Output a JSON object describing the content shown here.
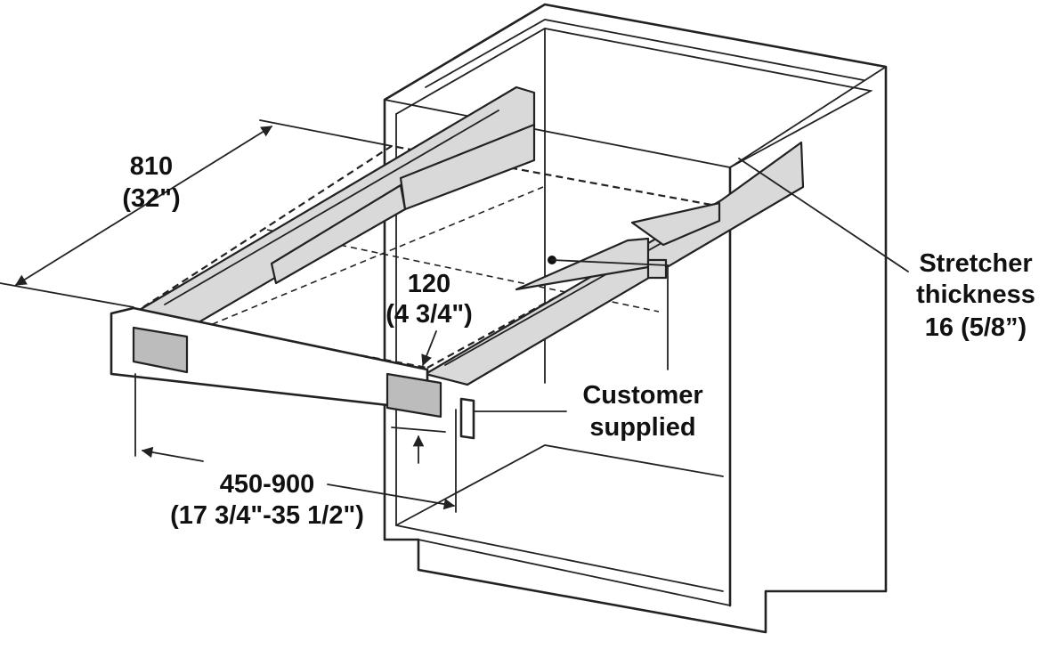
{
  "labels": {
    "depth_mm": "810",
    "depth_in": "(32\")",
    "offset_mm": "120",
    "offset_in": "(4 3/4\")",
    "width_mm": "450-900",
    "width_in": "(17 3/4\"-35 1/2\")",
    "stretcher_l1": "Stretcher",
    "stretcher_l2": "thickness",
    "stretcher_l3": "16 (5/8”)",
    "customer_l1": "Customer",
    "customer_l2": "supplied"
  }
}
